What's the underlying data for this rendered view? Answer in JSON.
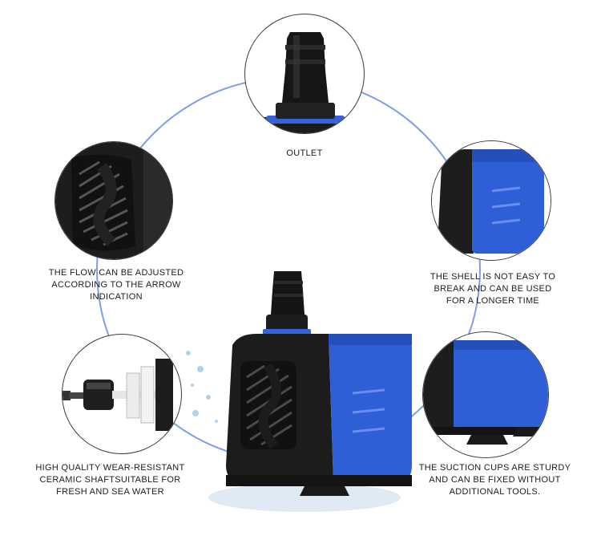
{
  "captions": {
    "outlet": "OUTLET",
    "flow": [
      "THE FLOW CAN BE ADJUSTED",
      "ACCORDING TO THE ARROW",
      "INDICATION"
    ],
    "shell": [
      "THE SHELL IS NOT EASY TO",
      "BREAK AND CAN BE USED",
      "FOR A LONGER TIME"
    ],
    "ceramic": [
      "HIGH QUALITY WEAR-RESISTANT",
      "CERAMIC SHAFTSUITABLE FOR",
      "FRESH AND SEA WATER"
    ],
    "suction": [
      "THE SUCTION CUPS ARE STURDY",
      "AND CAN BE FIXED WITHOUT",
      "ADDITIONAL TOOLS."
    ]
  },
  "colors": {
    "ring": "#7f9ee8",
    "pump_blue": "#2f5fd6",
    "pump_black": "#1a1a1a"
  },
  "icons": {
    "outlet": "outlet-nozzle-detail",
    "flow": "flow-grille-detail",
    "shell": "blue-shell-detail",
    "ceramic": "ceramic-shaft-impeller-detail",
    "suction": "suction-cup-detail",
    "product": "submersible-pump-photo"
  }
}
